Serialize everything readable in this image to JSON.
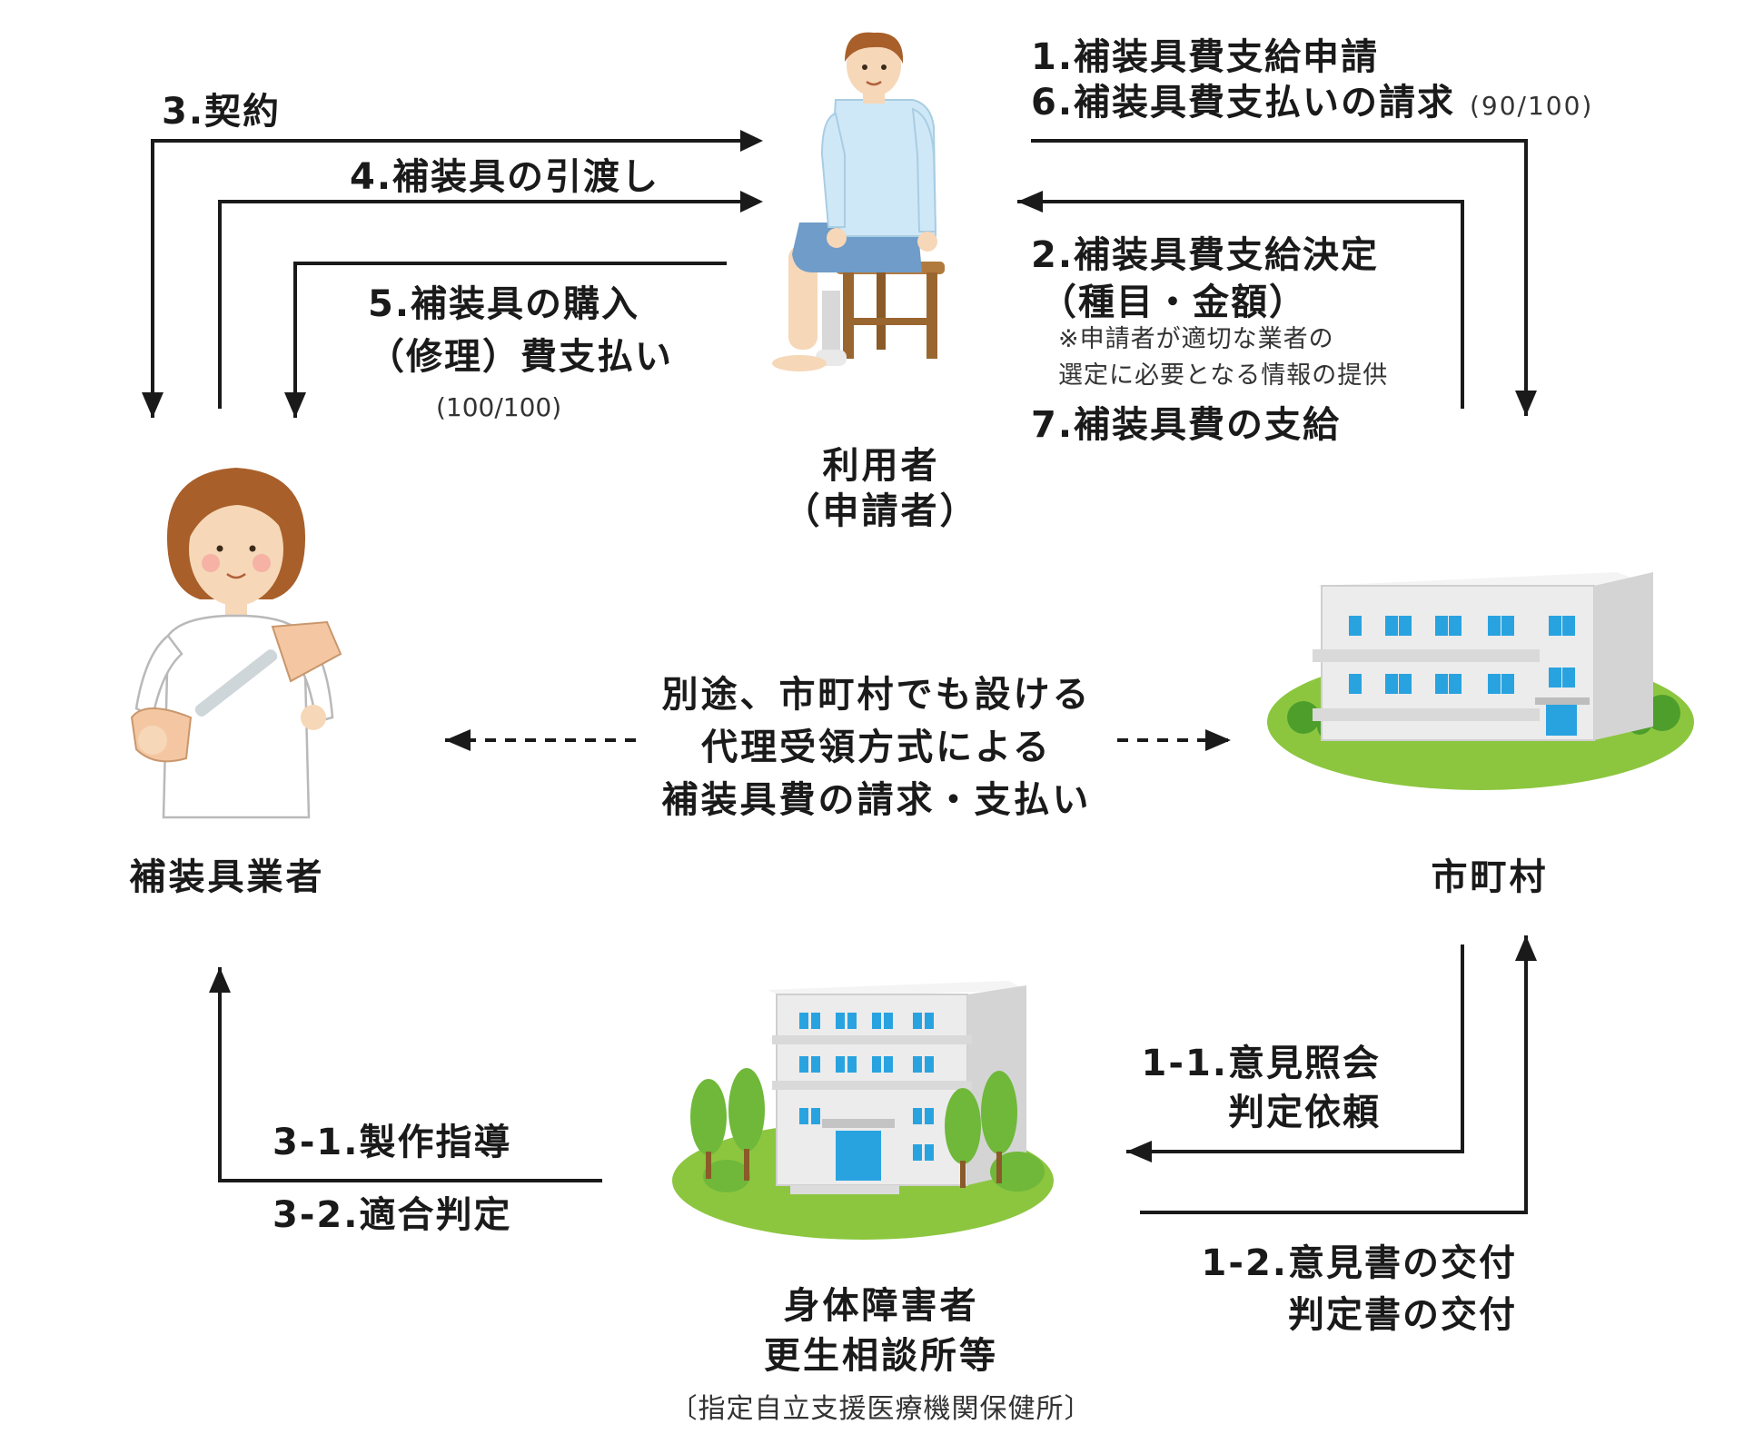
{
  "actors": {
    "user": [
      "利用者",
      "（申請者）"
    ],
    "vendor": "補装具業者",
    "municipality": "市町村",
    "center": [
      "身体障害者",
      "更生相談所等"
    ],
    "center_sub": "〔指定自立支援医療機関保健所〕"
  },
  "flows": {
    "f1": "1.補装具費支給申請",
    "f6": "6.補装具費支払いの請求",
    "f6_ratio": "(90/100)",
    "f2": "2.補装具費支給決定",
    "f2_sub": "（種目・金額）",
    "f2_note": [
      "※申請者が適切な業者の",
      "選定に必要となる情報の提供"
    ],
    "f7": "7.補装具費の支給",
    "f3": "3.契約",
    "f4": "4.補装具の引渡し",
    "f5": [
      "5.補装具の購入",
      "（修理）費支払い"
    ],
    "f5_ratio": "(100/100)",
    "f11": [
      "1-1.意見照会",
      "判定依頼"
    ],
    "f12": [
      "1-2.意見書の交付",
      "判定書の交付"
    ],
    "f31": "3-1.製作指導",
    "f32": "3-2.適合判定"
  },
  "proxy_note": [
    "別途、市町村でも設ける",
    "代理受領方式による",
    "補装具費の請求・支払い"
  ],
  "colors": {
    "line": "#1a1a1a",
    "grass": "#8cc63f",
    "building": "#ececec",
    "window": "#29a3e0",
    "shirt": "#cfe8f7",
    "shorts": "#6f9cc8",
    "hair": "#a85f2a",
    "skin": "#f6d7b8",
    "stool": "#b07a3e",
    "tree": "#6fb83a"
  }
}
